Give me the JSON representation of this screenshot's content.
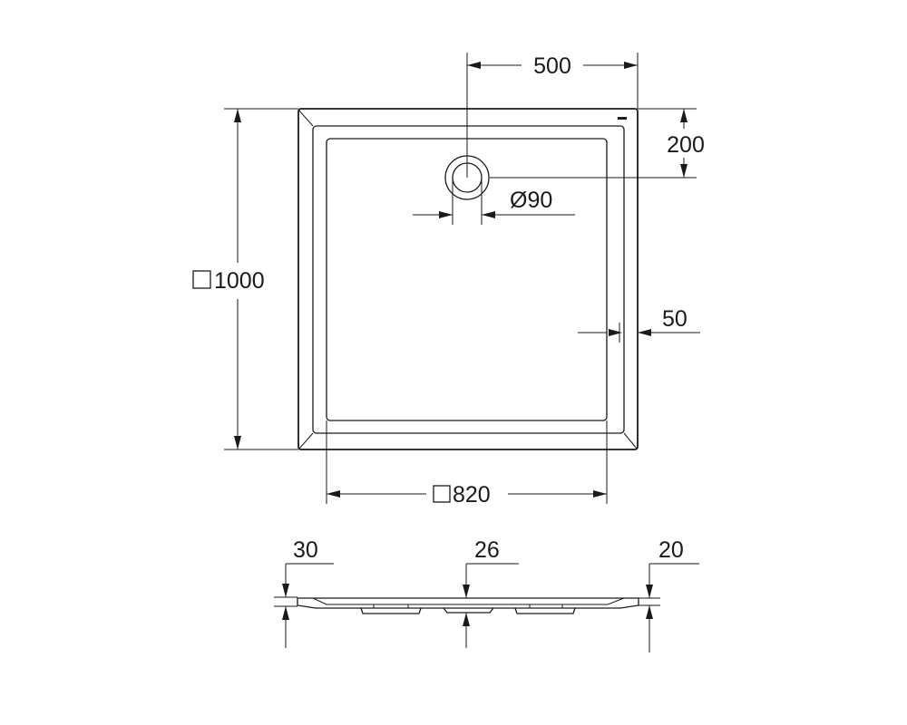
{
  "plan": {
    "drain_offset_x": "500",
    "drain_offset_y": "200",
    "drain_diameter": "Ø90",
    "outer_size": "1000",
    "inner_size": "820",
    "rim_width": "50"
  },
  "section": {
    "edge_height": "30",
    "drain_height": "26",
    "rim_height": "20"
  }
}
